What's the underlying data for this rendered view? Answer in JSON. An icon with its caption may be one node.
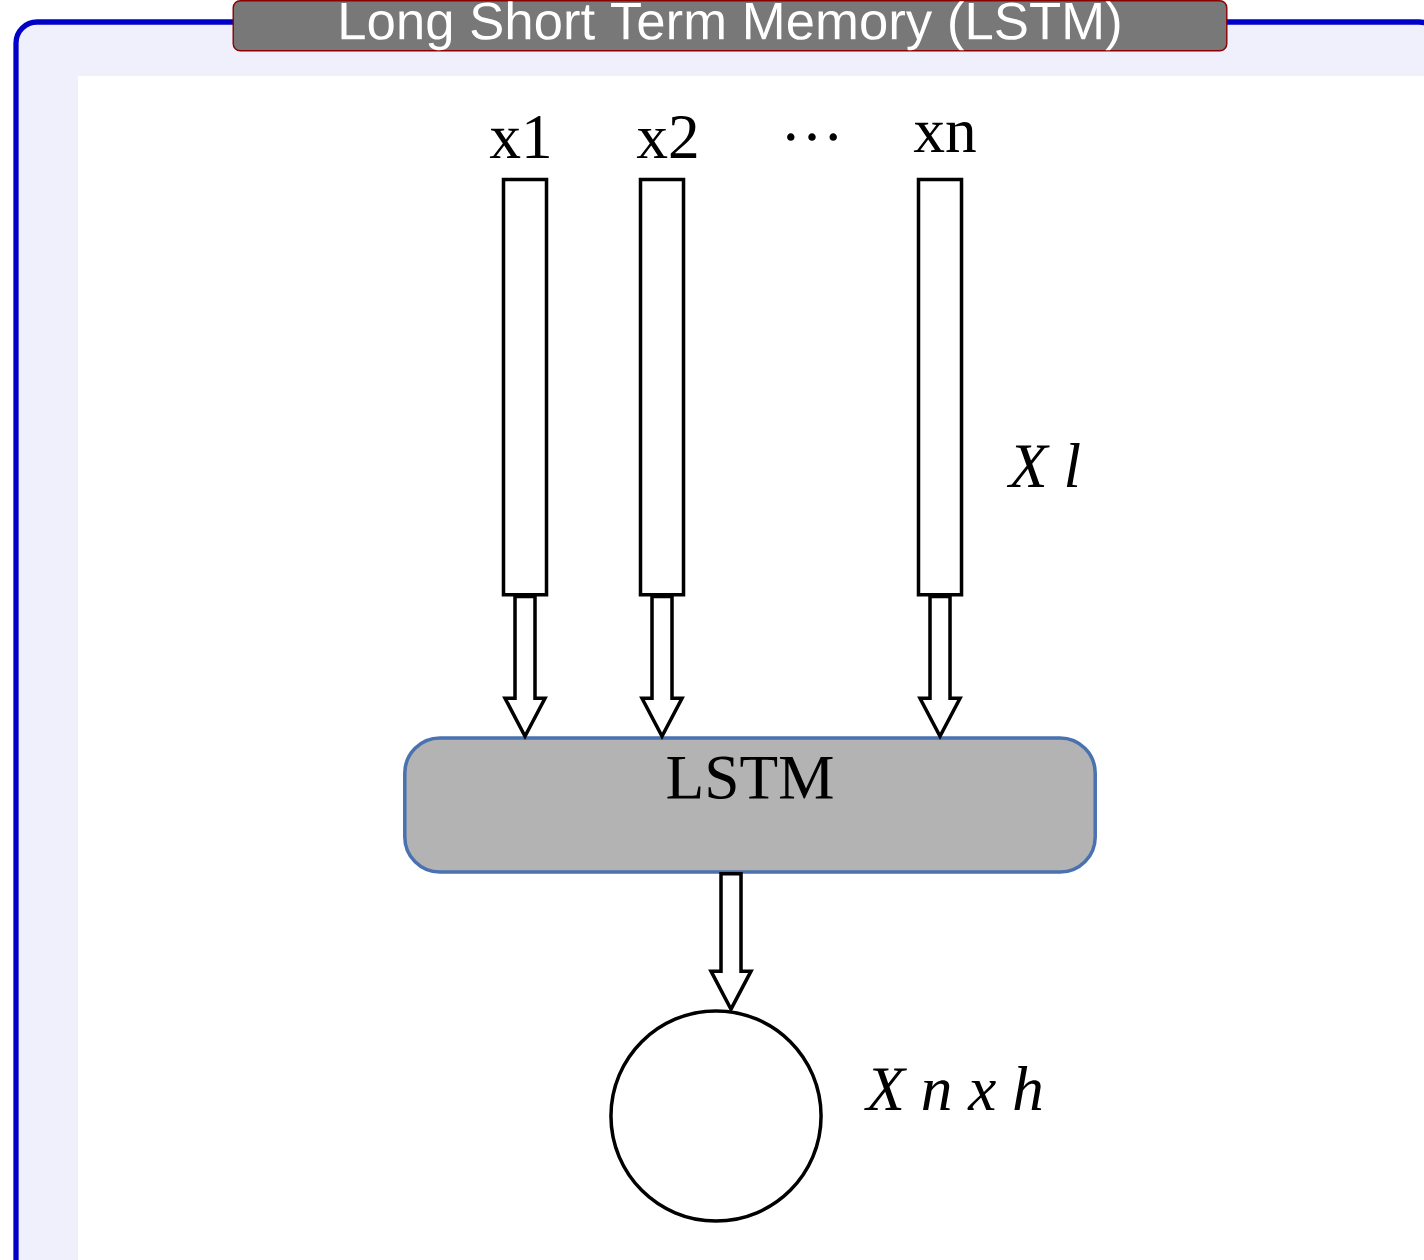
{
  "diagram": {
    "title": "Long Short Term Memory (LSTM)",
    "nodes": [
      {
        "text": [
          "x1"
        ]
      },
      {
        "text": [
          "x2"
        ]
      },
      {
        "text": [
          "xn"
        ],
        "beside": [
          "X l"
        ]
      },
      {
        "text": [
          "LSTM"
        ]
      },
      {
        "text": [],
        "shape": "circle",
        "beside": [
          "X n x h"
        ]
      }
    ],
    "edges": [
      {
        "from": 0,
        "to": 3,
        "arrow": "to"
      },
      {
        "from": 1,
        "to": 3,
        "arrow": "to"
      },
      {
        "from": 2,
        "to": 3,
        "arrow": "to"
      },
      {
        "from": 3,
        "to": 4,
        "arrow": "to"
      }
    ],
    "labels": [
      "…"
    ]
  }
}
